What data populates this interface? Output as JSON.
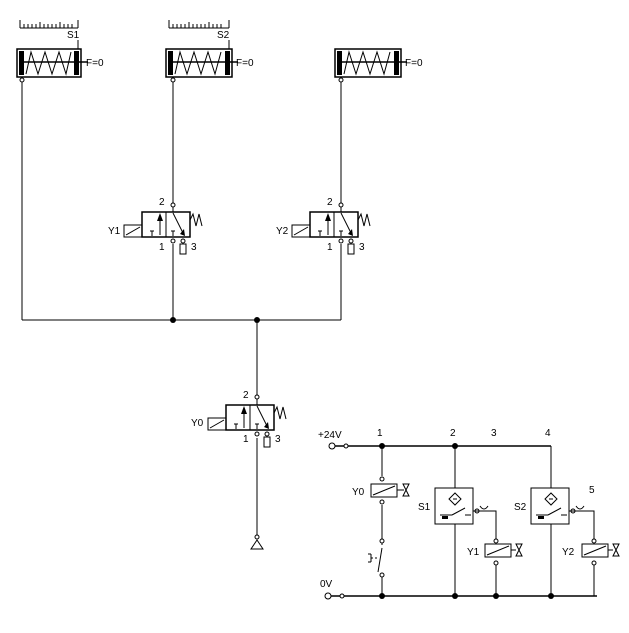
{
  "pneumatic": {
    "cylinders": [
      {
        "name": "S1",
        "force": "F=0"
      },
      {
        "name": "S2",
        "force": "F=0"
      },
      {
        "name": "",
        "force": "F=0"
      }
    ],
    "valves": [
      {
        "name": "Y1",
        "port_out": "2",
        "port_in": "1",
        "port_exhaust": "3"
      },
      {
        "name": "Y2",
        "port_out": "2",
        "port_in": "1",
        "port_exhaust": "3"
      },
      {
        "name": "Y0",
        "port_out": "2",
        "port_in": "1",
        "port_exhaust": "3"
      }
    ]
  },
  "electrical": {
    "supply_label": "+24V",
    "ground_label": "0V",
    "nodes": [
      "1",
      "2",
      "3",
      "4",
      "5"
    ],
    "coils": [
      "Y0",
      "Y1",
      "Y2"
    ],
    "sensors": [
      "S1",
      "S2"
    ]
  }
}
